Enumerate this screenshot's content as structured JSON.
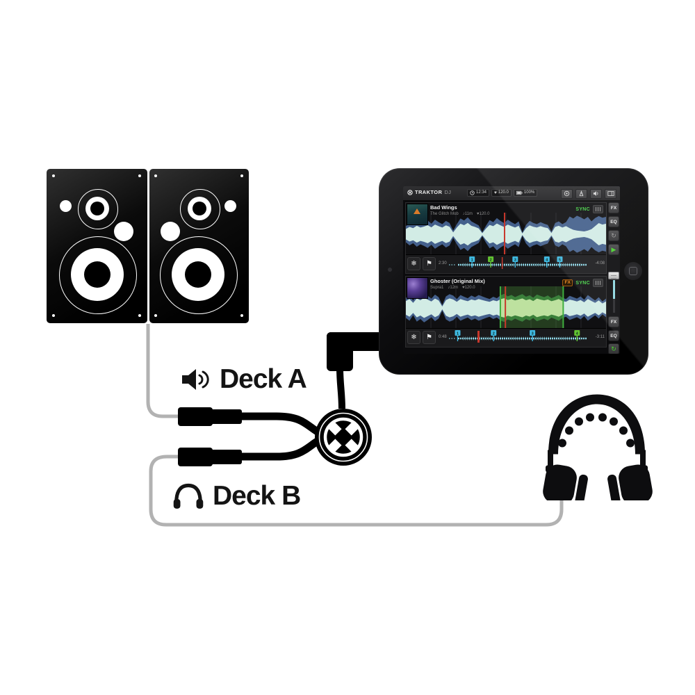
{
  "colors": {
    "accent_green": "#47d147",
    "accent_orange": "#f08a24",
    "playhead_red": "#c8372b",
    "wave_back_blue": "#44608c",
    "wave_front_blue": "#d2ece5",
    "wave_back_green": "#2e6b36",
    "wave_front_green": "#dcedbd",
    "loop_overlay": "rgba(96,190,70,0.25)",
    "loop_line": "#3fae3f",
    "mini_wave": "#8fd8e8",
    "cue_cyan": "#3fb8e0",
    "cue_green": "#63c432",
    "grid_line": "#26262a",
    "cable_gray": "#b2b2b2"
  },
  "labels": {
    "deck_a": "Deck A",
    "deck_b": "Deck B"
  },
  "icons": [
    "speaker-icon",
    "headphones-icon",
    "clock-icon",
    "heart-icon",
    "battery-icon",
    "record-icon",
    "metronome-icon",
    "volume-icon",
    "browser-icon",
    "freeze-icon",
    "flag-icon",
    "loop-icon",
    "play-icon",
    "traktor-x-logo"
  ],
  "tablet_app": {
    "brand": "TRAKTOR",
    "brand_suffix": "DJ",
    "status": {
      "time": "12:34",
      "bpm": "120.0",
      "battery": "100%"
    },
    "decks": [
      {
        "title": "Bad Wings",
        "artist": "The Glitch Mob",
        "length_label": "♪11m",
        "bpm_label": "♥120.0",
        "fx_badge": "",
        "sync_label": "SYNC",
        "fx": "FX",
        "eq": "EQ",
        "loop_glyph": "↻",
        "play_glyph": "▶",
        "freeze_glyph": "❄",
        "flag_glyph": "⚑",
        "elapsed": "2:30",
        "remaining": "-4:08",
        "playhead": 0.493,
        "strip_playhead": 0.38,
        "strip_playhead_width": 1.5,
        "loop": null,
        "cues": [
          {
            "n": "1",
            "x": 0.17,
            "c": "cyan"
          },
          {
            "n": "2",
            "x": 0.3,
            "c": "green"
          },
          {
            "n": "3",
            "x": 0.47,
            "c": "cyan"
          },
          {
            "n": "4",
            "x": 0.69,
            "c": "cyan"
          },
          {
            "n": "5",
            "x": 0.78,
            "c": "cyan"
          }
        ],
        "wave_back": [
          0.4,
          0.55,
          0.45,
          0.62,
          0.5,
          0.58,
          0.68,
          0.52,
          0.72,
          0.6,
          0.5,
          0.66,
          0.56,
          0.18,
          0.5,
          0.78,
          0.68,
          0.84,
          0.64,
          0.54,
          0.44,
          0.1,
          0.42,
          0.7,
          0.6,
          0.8,
          0.66,
          0.55,
          0.72,
          0.6,
          0.5,
          0.64,
          0.08,
          0.46,
          0.66,
          0.56,
          0.5,
          0.6,
          0.52,
          0.46,
          0.12,
          0.55,
          0.64,
          0.5,
          0.6,
          0.88,
          0.78,
          0.92,
          0.84,
          0.74,
          0.86,
          0.64,
          0.8,
          0.9,
          0.82,
          0.86
        ],
        "wave_front": [
          0.26,
          0.36,
          0.3,
          0.42,
          0.33,
          0.38,
          0.45,
          0.34,
          0.48,
          0.4,
          0.33,
          0.44,
          0.37,
          0.09,
          0.33,
          0.52,
          0.45,
          0.56,
          0.42,
          0.36,
          0.29,
          0.05,
          0.28,
          0.46,
          0.4,
          0.53,
          0.44,
          0.36,
          0.48,
          0.4,
          0.33,
          0.42,
          0.04,
          0.3,
          0.44,
          0.37,
          0.33,
          0.4,
          0.34,
          0.3,
          0.06,
          0.36,
          0.42,
          0.33,
          0.4,
          0.3,
          0.22,
          0.18,
          0.16,
          0.14,
          0.18,
          0.25,
          0.4,
          0.55,
          0.48,
          0.52
        ]
      },
      {
        "title": "Ghoster (Original Mix)",
        "artist": "Supra1",
        "length_label": "♪12m",
        "bpm_label": "♥120.0",
        "fx_badge": "FX",
        "sync_label": "SYNC",
        "fx": "FX",
        "eq": "EQ",
        "loop_glyph": "↻",
        "play_glyph": "▶",
        "freeze_glyph": "❄",
        "flag_glyph": "⚑",
        "elapsed": "0:48",
        "remaining": "-3:11",
        "playhead": 0.497,
        "strip_playhead": 0.215,
        "strip_playhead_width": 3,
        "loop": {
          "start": 0.472,
          "end": 0.786
        },
        "cues": [
          {
            "n": "1",
            "x": 0.07,
            "c": "cyan"
          },
          {
            "n": "2",
            "x": 0.32,
            "c": "cyan"
          },
          {
            "n": "3",
            "x": 0.59,
            "c": "cyan"
          },
          {
            "n": "4",
            "x": 0.9,
            "c": "green"
          }
        ],
        "wave_back": [
          0.5,
          0.64,
          0.36,
          0.68,
          0.55,
          0.72,
          0.6,
          0.46,
          0.66,
          0.53,
          0.14,
          0.57,
          0.68,
          0.61,
          0.44,
          0.64,
          0.55,
          0.48,
          0.61,
          0.53,
          0.64,
          0.57,
          0.5,
          0.44,
          0.55,
          0.48,
          0.62,
          0.69,
          0.57,
          0.64,
          0.53,
          0.61,
          0.68,
          0.55,
          0.62,
          0.5,
          0.66,
          0.59,
          0.53,
          0.61,
          0.48,
          0.55,
          0.64,
          0.5,
          0.44,
          0.6,
          0.53,
          0.46,
          0.57,
          0.41,
          0.64,
          0.5,
          0.37,
          0.53,
          0.32,
          0.46
        ],
        "wave_front": [
          0.34,
          0.44,
          0.25,
          0.47,
          0.38,
          0.5,
          0.41,
          0.32,
          0.46,
          0.37,
          0.07,
          0.39,
          0.47,
          0.42,
          0.3,
          0.44,
          0.38,
          0.33,
          0.42,
          0.37,
          0.44,
          0.39,
          0.34,
          0.3,
          0.38,
          0.33,
          0.43,
          0.48,
          0.39,
          0.44,
          0.37,
          0.42,
          0.47,
          0.38,
          0.43,
          0.34,
          0.46,
          0.41,
          0.37,
          0.42,
          0.33,
          0.38,
          0.44,
          0.34,
          0.3,
          0.41,
          0.37,
          0.32,
          0.39,
          0.28,
          0.44,
          0.34,
          0.25,
          0.37,
          0.22,
          0.32
        ]
      }
    ]
  }
}
